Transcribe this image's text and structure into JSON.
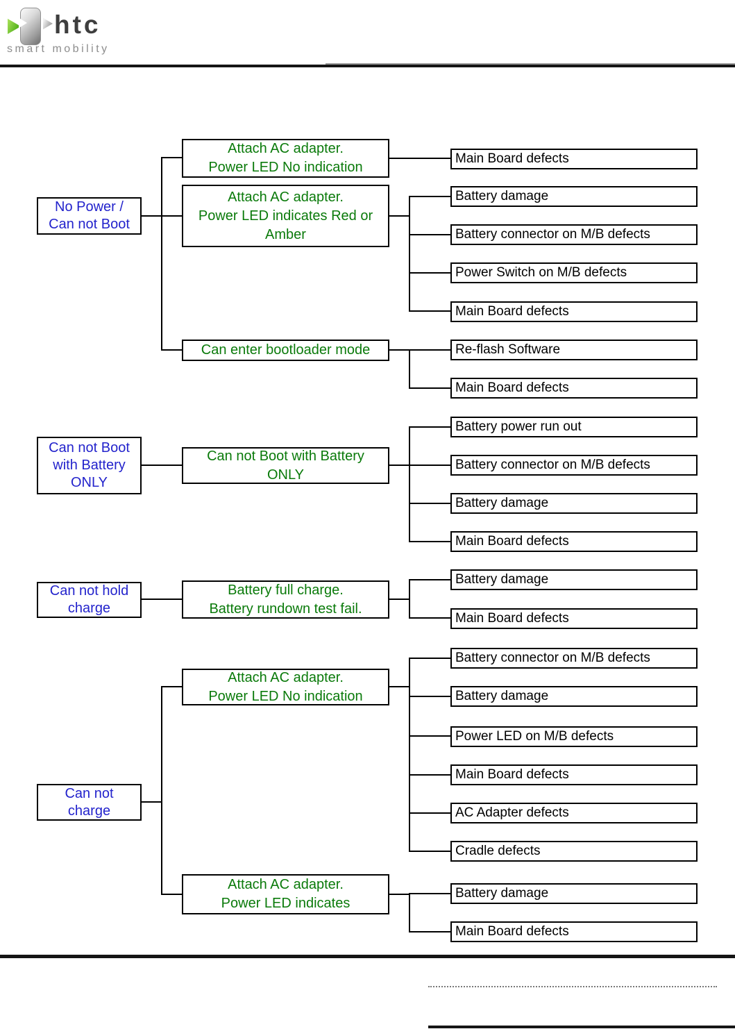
{
  "logo": {
    "brand": "htc",
    "tagline": "smart mobility"
  },
  "colors": {
    "symptom_text": "#2323cc",
    "condition_text": "#0a7a0a",
    "result_text": "#000000",
    "line": "#000000",
    "green_arrow": "#55b31e"
  },
  "flowchart": {
    "symptoms": [
      {
        "text": "No Power /\nCan not Boot"
      },
      {
        "text": "Can not Boot\nwith Battery\nONLY"
      },
      {
        "text": "Can not hold\ncharge"
      },
      {
        "text": "Can not\ncharge"
      }
    ],
    "conditions": [
      {
        "text": "Attach AC adapter.\nPower LED No indication"
      },
      {
        "text": "Attach AC adapter.\nPower LED indicates Red or\nAmber"
      },
      {
        "text": "Can enter bootloader mode"
      },
      {
        "text": "Can not Boot with Battery\nONLY"
      },
      {
        "text": "Battery full charge.\nBattery rundown test fail."
      },
      {
        "text": "Attach AC adapter.\nPower LED No indication"
      },
      {
        "text": "Attach AC adapter.\nPower LED indicates"
      }
    ],
    "results": [
      {
        "text": "Main Board defects"
      },
      {
        "text": "Battery damage"
      },
      {
        "text": "Battery connector on M/B defects"
      },
      {
        "text": "Power Switch on M/B defects"
      },
      {
        "text": "Main Board defects"
      },
      {
        "text": "Re-flash Software"
      },
      {
        "text": "Main Board defects"
      },
      {
        "text": "Battery power run out"
      },
      {
        "text": "Battery connector on M/B defects"
      },
      {
        "text": "Battery damage"
      },
      {
        "text": "Main Board defects"
      },
      {
        "text": "Battery damage"
      },
      {
        "text": "Main Board defects"
      },
      {
        "text": "Battery connector on M/B defects"
      },
      {
        "text": "Battery damage"
      },
      {
        "text": "Power LED on M/B defects"
      },
      {
        "text": "Main Board defects"
      },
      {
        "text": "AC Adapter defects"
      },
      {
        "text": "Cradle defects"
      },
      {
        "text": "Battery damage"
      },
      {
        "text": "Main Board defects"
      }
    ]
  }
}
